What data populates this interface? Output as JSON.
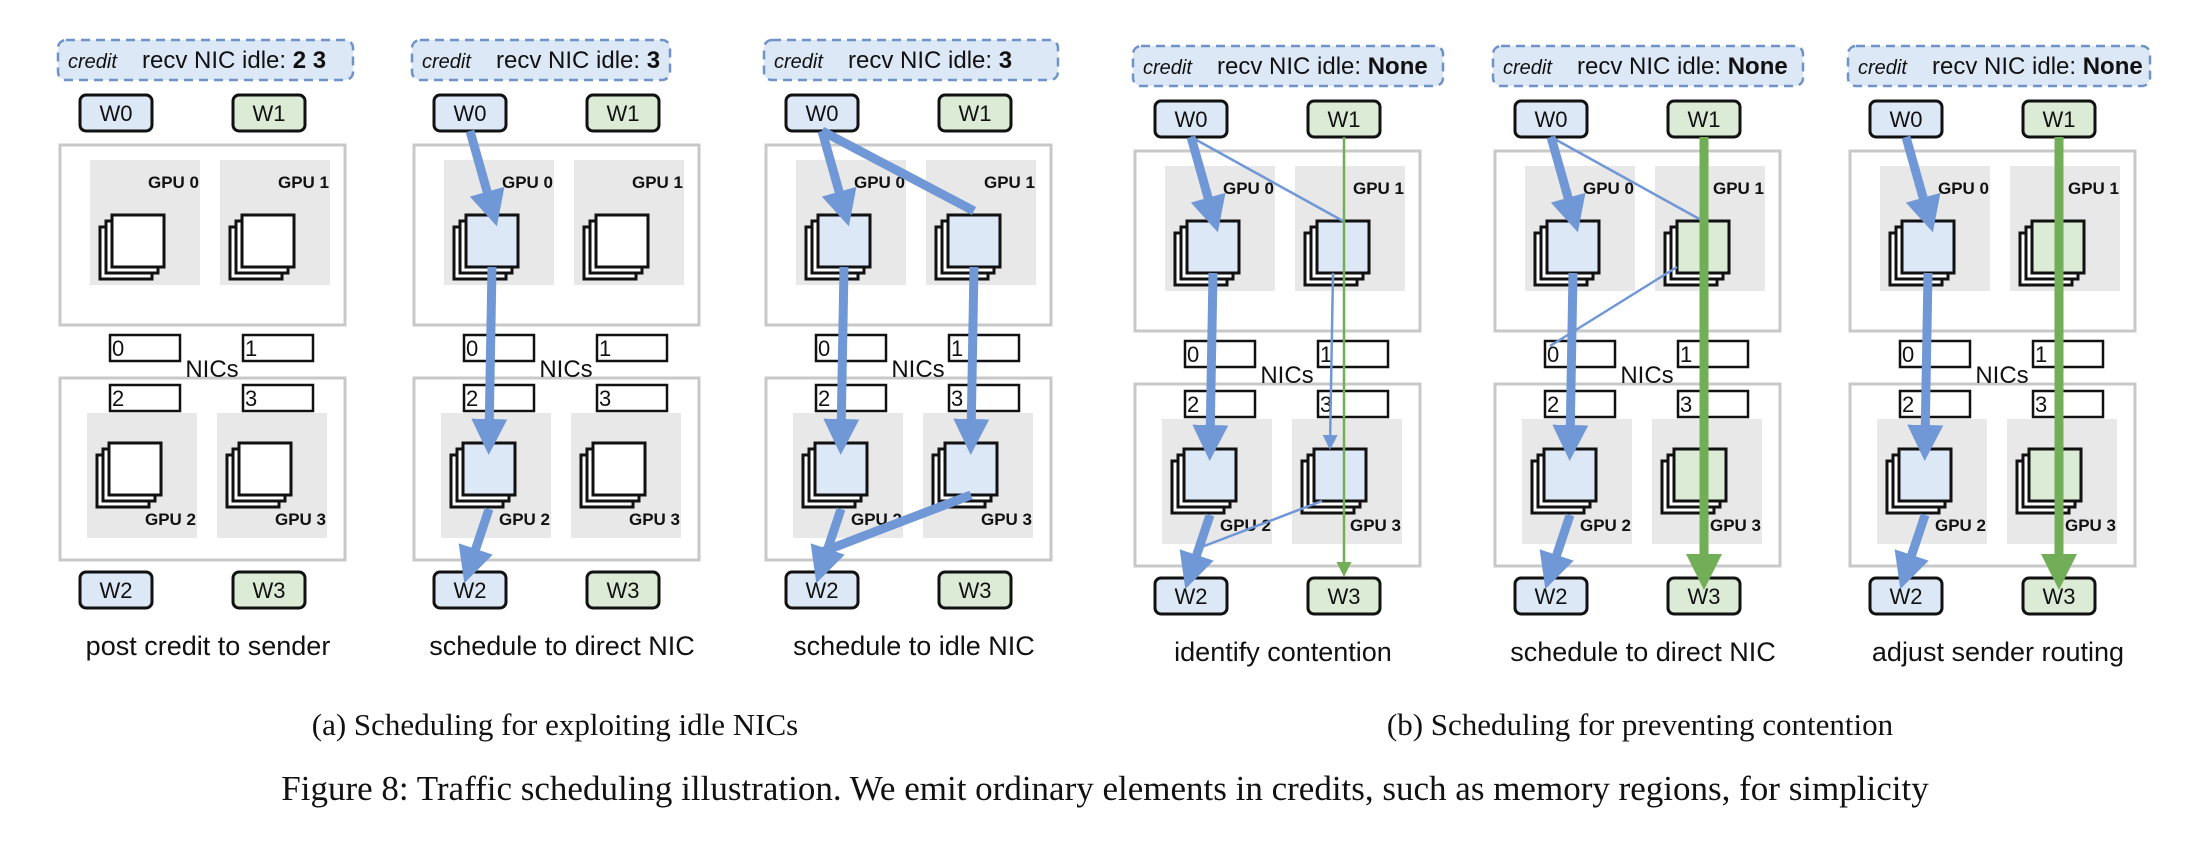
{
  "credit_word": "credit",
  "credit_prefix": "recv NIC idle: ",
  "nics_label": "NICs",
  "nic_numbers": [
    "0",
    "1",
    "2",
    "3"
  ],
  "gpu_labels": [
    "GPU 0",
    "GPU 1",
    "GPU 2",
    "GPU 3"
  ],
  "workers": [
    "W0",
    "W1",
    "W2",
    "W3"
  ],
  "colors": {
    "blue": "#7198d6",
    "green": "#72ad58",
    "light_blue": "#dde8f6",
    "light_green": "#dcebd6"
  },
  "panels": [
    {
      "idle": "2 3",
      "caption": "post credit to sender"
    },
    {
      "idle": "3",
      "caption": "schedule to direct NIC"
    },
    {
      "idle": "3",
      "caption": "schedule to idle NIC"
    },
    {
      "idle": "None",
      "caption": "identify contention"
    },
    {
      "idle": "None",
      "caption": "schedule to direct NIC"
    },
    {
      "idle": "None",
      "caption": "adjust sender routing"
    }
  ],
  "subcaptions": {
    "a": "(a) Scheduling for exploiting idle NICs",
    "b": "(b) Scheduling for preventing contention"
  },
  "figure_caption": "Figure 8: Traffic scheduling illustration. We emit ordinary elements in credits, such as memory regions, for simplicity"
}
